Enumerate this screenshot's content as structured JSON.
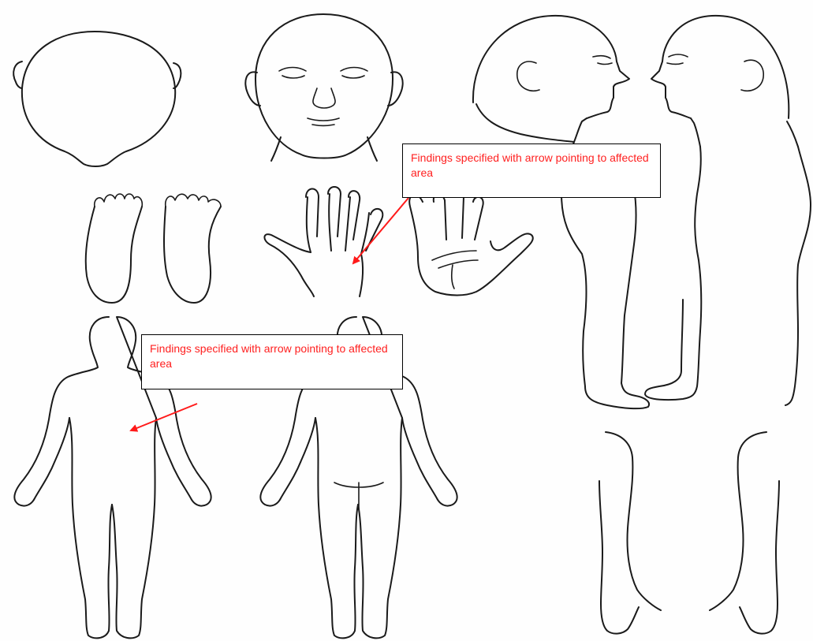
{
  "diagram": {
    "figures": [
      "head-top-view",
      "head-front-view",
      "head-right-profile",
      "head-left-profile",
      "foot-soles",
      "hand-back",
      "hand-palm",
      "body-front",
      "body-back",
      "body-side-right",
      "body-side-left",
      "arm-right",
      "arm-left"
    ],
    "callouts": [
      {
        "text": "Findings specified with arrow pointing to affected area"
      },
      {
        "text": "Findings specified with arrow pointing to affected area"
      }
    ],
    "colors": {
      "annotation_text": "#ff2020",
      "arrow": "#ff1a1a",
      "line_art": "#1a1a1a",
      "callout_border": "#000000"
    }
  }
}
